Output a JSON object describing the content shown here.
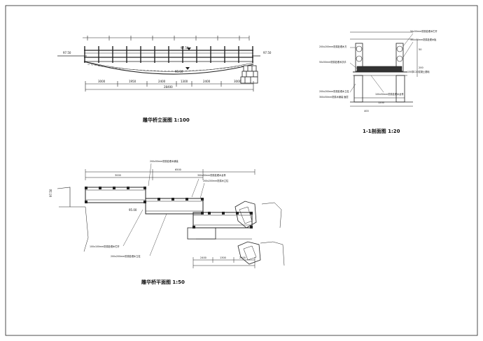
{
  "titles": {
    "elevation": "雕华桥立面图 1:100",
    "section": "1-1剖面图 1:20",
    "plan": "雕华桥平面图 1:50"
  },
  "elevation": {
    "level_left": "97.50",
    "level_center": "97.50",
    "level_right": "97.50",
    "level_mid": "95.00",
    "dim_segments": [
      "3000",
      "1950",
      "2400",
      "1300",
      "2400",
      "3000"
    ],
    "dim_total": "28400"
  },
  "section": {
    "notes": [
      "200x200mm防腐处理木方",
      "50x50mm防腐处理木扶手",
      "50x50mm防腐处理木栏杆",
      "300x50mm防腐处理木板",
      "200x200mm防腐处理木立柱",
      "100x50mm防腐处理木龙骨",
      "150厚C20混凝土基础",
      "300x50mm防腐木铺装 面层"
    ],
    "dims": [
      "50",
      "200",
      "400",
      "1200"
    ]
  },
  "plan": {
    "level_left": "97.50",
    "level_mid": "95.00",
    "notes": [
      "200x50mm防腐处理木铺装",
      "300x50mm防腐处理木龙骨",
      "200x200mm防腐木立柱",
      "100x100mm防腐处理木栏杆",
      "200x200mm防腐处理木立柱"
    ],
    "dims": [
      "3000",
      "6500",
      "2400",
      "1300",
      "2400"
    ]
  }
}
